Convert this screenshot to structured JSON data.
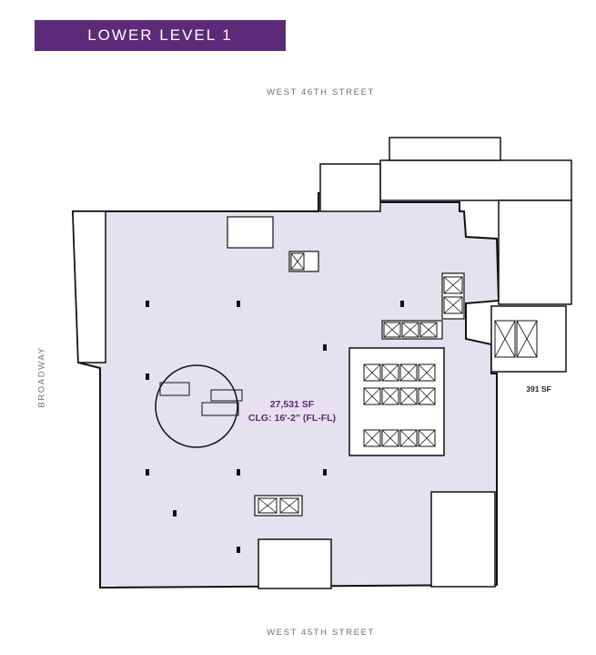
{
  "title": "LOWER LEVEL 1",
  "streets": {
    "north": "WEST 46TH STREET",
    "south": "WEST 45TH STREET",
    "west": "BROADWAY"
  },
  "areas": {
    "main_sf": "27,531 SF",
    "main_ceiling": "CLG: 16'-2\" (FL-FL)",
    "side_sf": "391 SF"
  },
  "colors": {
    "banner": "#5c2a78",
    "floor_fill": "#e5e1ef",
    "wall": "#111111",
    "label_accent": "#5c2a78"
  }
}
